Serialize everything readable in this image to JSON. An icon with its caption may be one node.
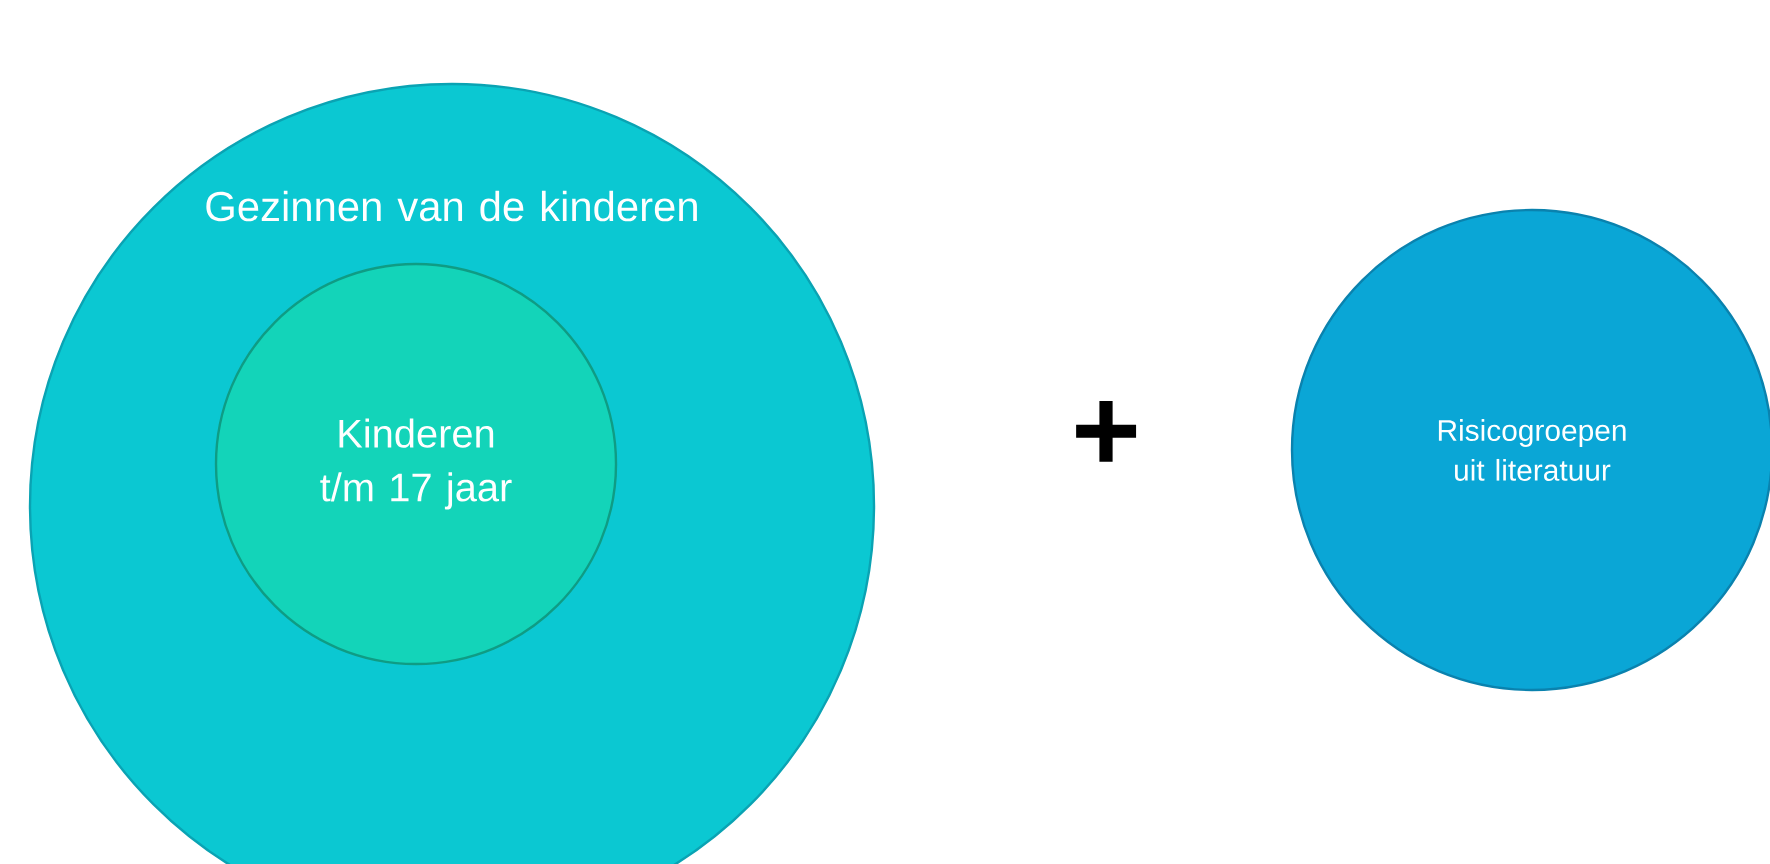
{
  "diagram": {
    "nodes": [
      {
        "text": [
          "Gezinnen van de kinderen"
        ]
      },
      {
        "text": [
          "Kinderen t/m 17 jaar"
        ],
        "in": 0
      },
      {
        "text": [
          "Risicogroepen uit literatuur"
        ]
      }
    ],
    "labels": [
      "+"
    ]
  }
}
